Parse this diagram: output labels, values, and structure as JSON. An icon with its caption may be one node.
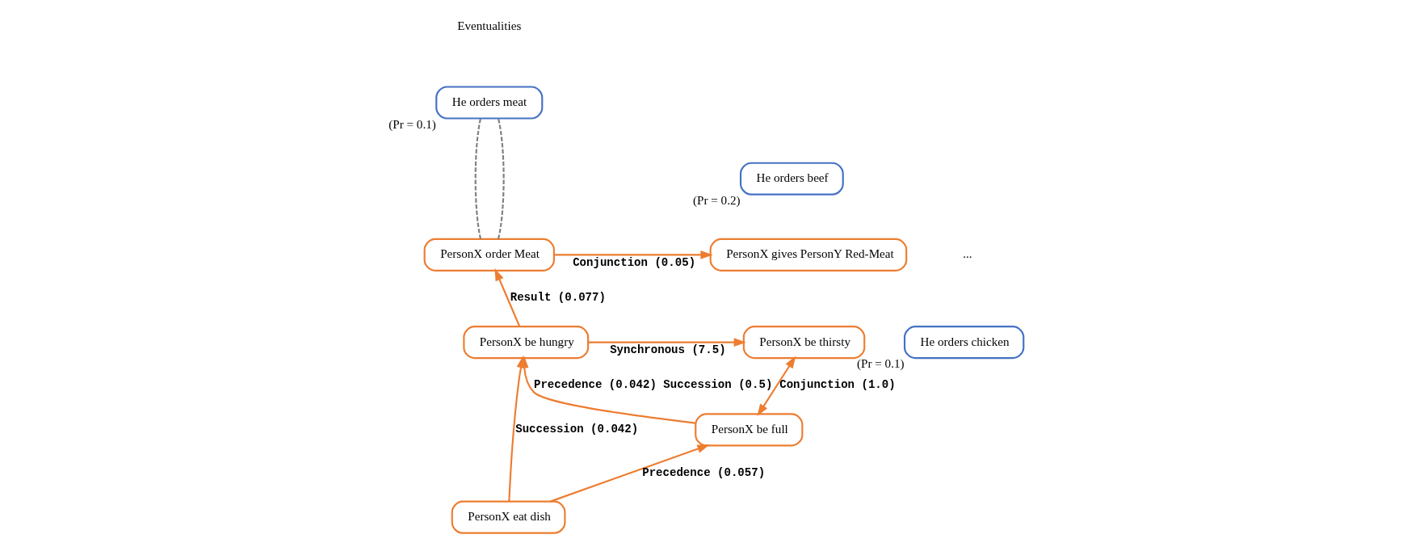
{
  "diagram": {
    "nodes": [
      {
        "text": [
          "PersonX gives PersonY Red-Meat"
        ]
      },
      {
        "text": [
          "PersonX order Meat"
        ]
      },
      {
        "text": [
          "PersonX be thirsty"
        ]
      },
      {
        "text": [
          "PersonX be hungry"
        ]
      },
      {
        "text": [
          "PersonX eat dish"
        ]
      },
      {
        "text": [
          "PersonX be full"
        ]
      },
      {
        "text": [
          "He orders meat"
        ],
        "beside": [
          "(Pr = 0.1)"
        ]
      },
      {
        "text": [
          "He orders beef"
        ],
        "beside": [
          "(Pr = 0.2)"
        ]
      },
      {
        "text": [
          "He orders chicken"
        ],
        "beside": [
          "(Pr = 0.1)"
        ]
      }
    ],
    "edges": [
      {
        "from": 1,
        "to": 0,
        "arrow": "to",
        "label": "Conjunction (0.05)"
      },
      {
        "from": 3,
        "to": 1,
        "arrow": "to",
        "label": "Result (0.077)"
      },
      {
        "from": 3,
        "to": 2,
        "arrow": "to",
        "label": "Synchronous (7.5)"
      },
      {
        "from": 4,
        "to": 3,
        "arrow": "to",
        "label": "Succession (0.042)"
      },
      {
        "from": 4,
        "to": 5,
        "arrow": "to",
        "label": "Precedence (0.057)"
      },
      {
        "from": 5,
        "to": 3,
        "arrow": "to",
        "label": "Precedence (0.042) Succession (0.5)"
      },
      {
        "from": 2,
        "to": 5,
        "arrow": "both",
        "label": "Conjunction (1.0)"
      },
      {
        "from": 1,
        "to": 6,
        "arrow": "none",
        "style": "dashed",
        "color": "#808080"
      },
      {
        "from": 1,
        "to": 6,
        "arrow": "none",
        "style": "dashed",
        "color": "#808080"
      }
    ],
    "labels": [
      "Eventualities",
      "..."
    ]
  }
}
